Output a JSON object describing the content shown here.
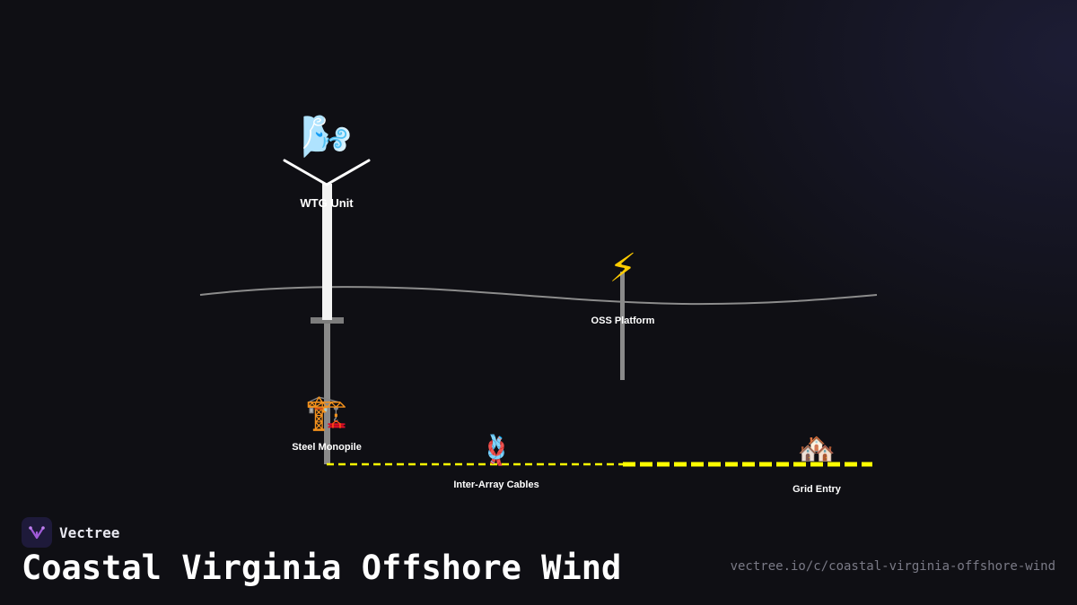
{
  "diagram": {
    "nodes": [
      {
        "id": "wtg",
        "label": "WTG Unit",
        "icon": "wind-face-emoji",
        "glyph": "🌬️"
      },
      {
        "id": "oss",
        "label": "OSS Platform",
        "icon": "lightning-emoji",
        "glyph": "⚡"
      },
      {
        "id": "monopile",
        "label": "Steel Monopile",
        "icon": "crane-emoji",
        "glyph": "🏗️"
      },
      {
        "id": "cables",
        "label": "Inter-Array Cables",
        "icon": "knot-emoji",
        "glyph": "🪢"
      },
      {
        "id": "grid",
        "label": "Grid Entry",
        "icon": "houses-emoji",
        "glyph": "🏘️"
      }
    ],
    "colors": {
      "background": "#0f0f14",
      "turbine": "#f5f5f5",
      "pile": "#8a8a8a",
      "sea_line": "#8c8c8c",
      "cable": "#ffff00"
    }
  },
  "brand": {
    "name": "Vectree",
    "logo_icon": "vectree-logo-icon",
    "logo_color": "#a05ad8"
  },
  "title": "Coastal Virginia Offshore Wind",
  "url": "vectree.io/c/coastal-virginia-offshore-wind"
}
